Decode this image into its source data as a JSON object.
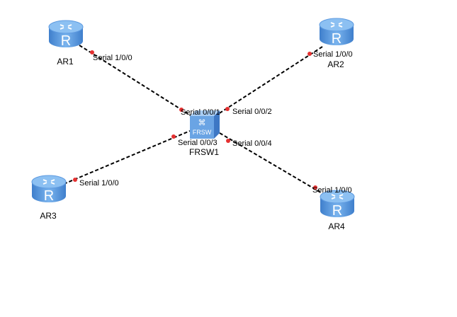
{
  "devices": {
    "ar1": {
      "name": "AR1",
      "glyph": "R"
    },
    "ar2": {
      "name": "AR2",
      "glyph": "R"
    },
    "ar3": {
      "name": "AR3",
      "glyph": "R"
    },
    "ar4": {
      "name": "AR4",
      "glyph": "R"
    },
    "frsw": {
      "name": "FRSW1",
      "glyph": "FRSW"
    }
  },
  "links": [
    {
      "from": "AR1",
      "from_port": "Serial 1/0/0",
      "to": "FRSW1",
      "to_port": "Serial 0/0/1"
    },
    {
      "from": "AR2",
      "from_port": "Serial 1/0/0",
      "to": "FRSW1",
      "to_port": "Serial 0/0/2"
    },
    {
      "from": "AR3",
      "from_port": "Serial 1/0/0",
      "to": "FRSW1",
      "to_port": "Serial 0/0/3"
    },
    {
      "from": "AR4",
      "from_port": "Serial 1/0/0",
      "to": "FRSW1",
      "to_port": "Serial 0/0/4"
    }
  ],
  "colors": {
    "router": "#4f8fd6",
    "link": "#000000",
    "port_dot": "#e53030"
  }
}
